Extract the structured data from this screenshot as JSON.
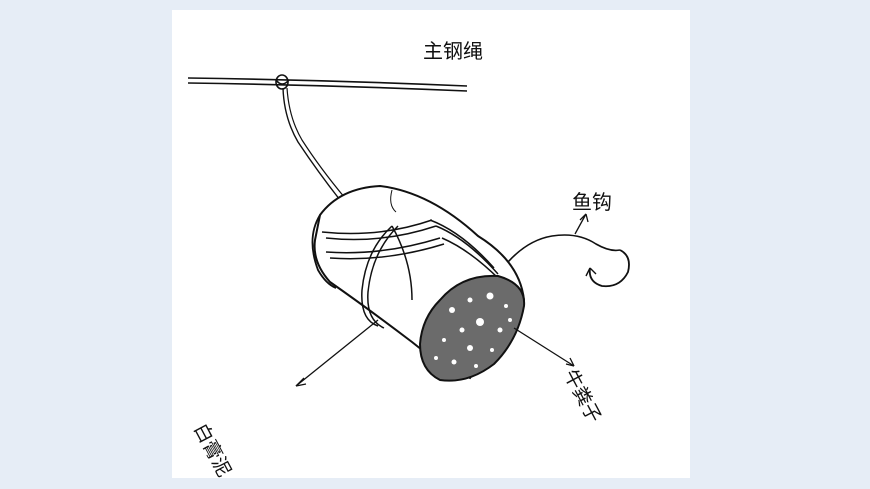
{
  "labels": {
    "main_rope": "主钢绳",
    "hook": "鱼钩",
    "plaster": "白膏泥",
    "bait": "牛粪子"
  },
  "colors": {
    "background": "#e6edf6",
    "panel": "#ffffff",
    "ink": "#111111",
    "bait_fill": "#6b6b6b"
  }
}
